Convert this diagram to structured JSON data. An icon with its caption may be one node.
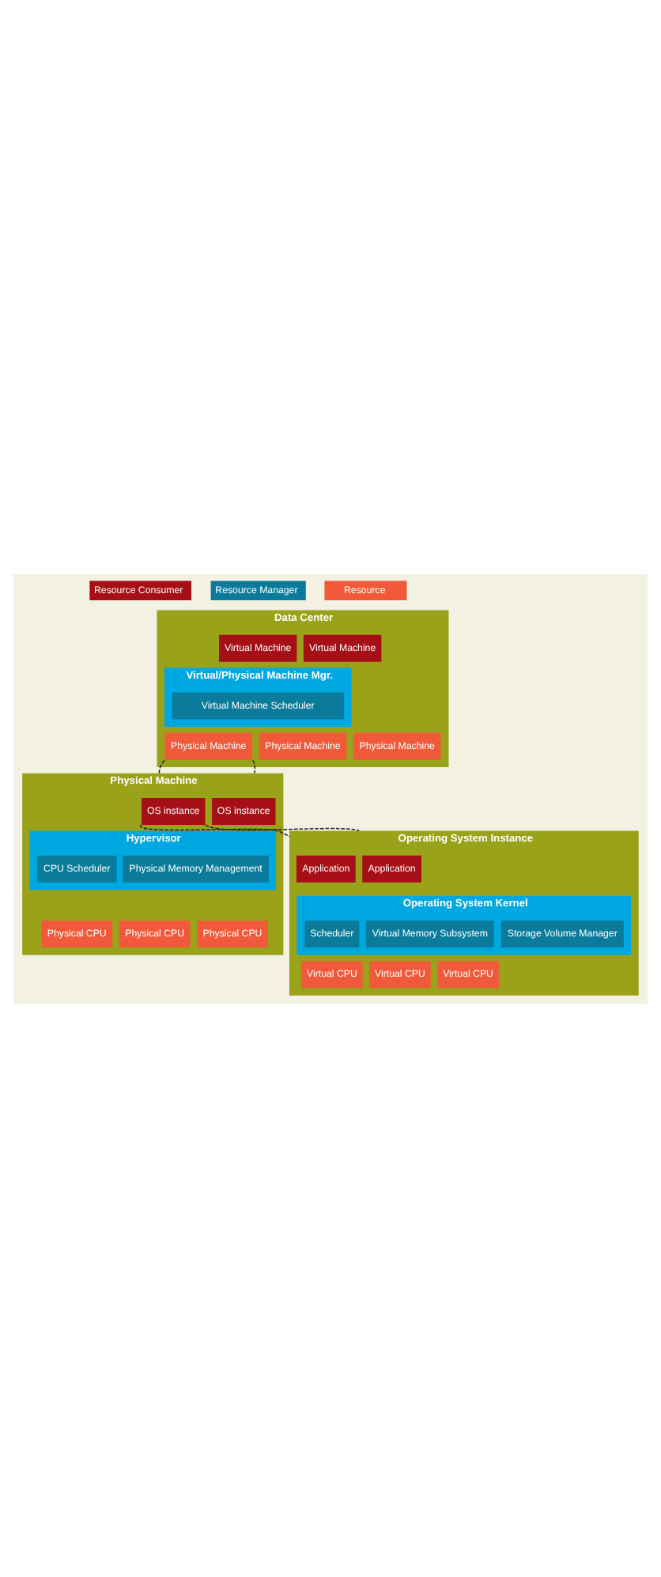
{
  "diagram": {
    "nodes": [
      {
        "text": [
          "Data Center"
        ]
      },
      {
        "text": [
          "Virtual Machine"
        ],
        "in": 0
      },
      {
        "text": [
          "Virtual Machine"
        ],
        "in": 0
      },
      {
        "text": [
          "Virtual/Physical Machine Mgr."
        ],
        "in": 0
      },
      {
        "text": [
          "Virtual Machine Scheduler"
        ],
        "in": 3
      },
      {
        "text": [
          "Physical Machine"
        ],
        "in": 0
      },
      {
        "text": [
          "Physical Machine"
        ],
        "in": 0
      },
      {
        "text": [
          "Physical Machine"
        ],
        "in": 0
      },
      {
        "text": [
          "Physical Machine"
        ]
      },
      {
        "text": [
          "OS instance"
        ],
        "in": 8
      },
      {
        "text": [
          "OS instance"
        ],
        "in": 8
      },
      {
        "text": [
          "Hypervisor"
        ],
        "in": 8
      },
      {
        "text": [
          "CPU Scheduler"
        ],
        "in": 11
      },
      {
        "text": [
          "Physical Memory Management"
        ],
        "in": 11
      },
      {
        "text": [
          "Physical CPU"
        ],
        "in": 8
      },
      {
        "text": [
          "Physical CPU"
        ],
        "in": 8
      },
      {
        "text": [
          "Physical CPU"
        ],
        "in": 8
      },
      {
        "text": [
          "Operating System Instance"
        ]
      },
      {
        "text": [
          "Application"
        ],
        "in": 17
      },
      {
        "text": [
          "Application"
        ],
        "in": 17
      },
      {
        "text": [
          "Operating System Kernel"
        ],
        "in": 17
      },
      {
        "text": [
          "Scheduler"
        ],
        "in": 20
      },
      {
        "text": [
          "Virtual Memory Subsystem"
        ],
        "in": 20
      },
      {
        "text": [
          "Storage Volume Manager"
        ],
        "in": 20
      },
      {
        "text": [
          "Virtual CPU"
        ],
        "in": 17
      },
      {
        "text": [
          "Virtual CPU"
        ],
        "in": 17
      },
      {
        "text": [
          "Virtual CPU"
        ],
        "in": 17
      }
    ],
    "edges": [
      {
        "from": 5,
        "to": 8,
        "arrow": "none",
        "style": "dashed"
      },
      {
        "from": 5,
        "to": 8,
        "arrow": "none",
        "style": "dashed"
      },
      {
        "from": 9,
        "to": 17,
        "arrow": "none",
        "style": "dashed"
      },
      {
        "from": 9,
        "to": 17,
        "arrow": "none",
        "style": "dashed"
      }
    ],
    "legend": [
      {
        "text": "Resource Consumer",
        "color": "#a50f15"
      },
      {
        "text": "Resource Manager",
        "color": "#0a7b9b"
      },
      {
        "text": "Resource",
        "color": "#f05a3a"
      }
    ]
  }
}
